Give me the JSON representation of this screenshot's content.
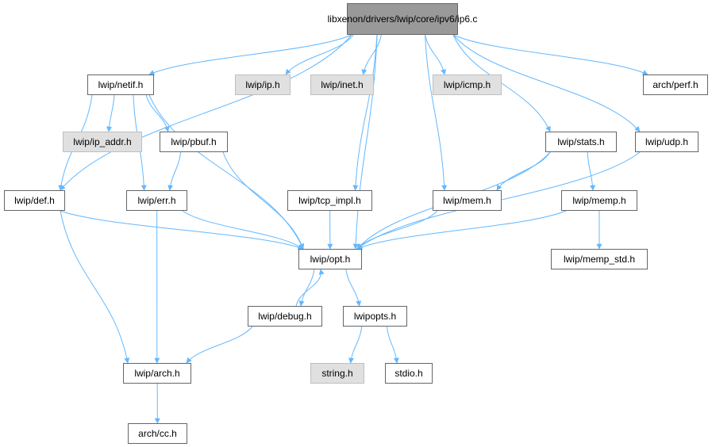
{
  "diagram": {
    "edge_color": "#63b8ff",
    "node_border_color": "#666666",
    "missing_fill_color": "#e0e0e0",
    "root_fill_color": "#999999",
    "nodes": [
      {
        "id": "root",
        "label": "libxenon/drivers/lwip\n/core/ipv6/ip6.c",
        "style": "root"
      },
      {
        "id": "netif",
        "label": "lwip/netif.h",
        "style": "normal"
      },
      {
        "id": "ip",
        "label": "lwip/ip.h",
        "style": "missing"
      },
      {
        "id": "inet",
        "label": "lwip/inet.h",
        "style": "missing"
      },
      {
        "id": "icmp",
        "label": "lwip/icmp.h",
        "style": "missing"
      },
      {
        "id": "perf",
        "label": "arch/perf.h",
        "style": "normal"
      },
      {
        "id": "ip_addr",
        "label": "lwip/ip_addr.h",
        "style": "missing"
      },
      {
        "id": "pbuf",
        "label": "lwip/pbuf.h",
        "style": "normal"
      },
      {
        "id": "stats",
        "label": "lwip/stats.h",
        "style": "normal"
      },
      {
        "id": "udp",
        "label": "lwip/udp.h",
        "style": "normal"
      },
      {
        "id": "def",
        "label": "lwip/def.h",
        "style": "normal"
      },
      {
        "id": "err",
        "label": "lwip/err.h",
        "style": "normal"
      },
      {
        "id": "tcp_impl",
        "label": "lwip/tcp_impl.h",
        "style": "normal"
      },
      {
        "id": "mem",
        "label": "lwip/mem.h",
        "style": "normal"
      },
      {
        "id": "memp",
        "label": "lwip/memp.h",
        "style": "normal"
      },
      {
        "id": "opt",
        "label": "lwip/opt.h",
        "style": "normal"
      },
      {
        "id": "memp_std",
        "label": "lwip/memp_std.h",
        "style": "normal"
      },
      {
        "id": "debug",
        "label": "lwip/debug.h",
        "style": "normal"
      },
      {
        "id": "lwipopts",
        "label": "lwipopts.h",
        "style": "normal"
      },
      {
        "id": "string",
        "label": "string.h",
        "style": "missing"
      },
      {
        "id": "stdio",
        "label": "stdio.h",
        "style": "normal"
      },
      {
        "id": "arch",
        "label": "lwip/arch.h",
        "style": "normal"
      },
      {
        "id": "cc",
        "label": "arch/cc.h",
        "style": "normal"
      }
    ],
    "edges": [
      {
        "from": "root",
        "to": "netif"
      },
      {
        "from": "root",
        "to": "ip"
      },
      {
        "from": "root",
        "to": "inet"
      },
      {
        "from": "root",
        "to": "icmp"
      },
      {
        "from": "root",
        "to": "perf"
      },
      {
        "from": "root",
        "to": "def"
      },
      {
        "from": "root",
        "to": "tcp_impl"
      },
      {
        "from": "root",
        "to": "opt"
      },
      {
        "from": "root",
        "to": "mem"
      },
      {
        "from": "root",
        "to": "stats"
      },
      {
        "from": "root",
        "to": "udp"
      },
      {
        "from": "netif",
        "to": "ip_addr"
      },
      {
        "from": "netif",
        "to": "pbuf"
      },
      {
        "from": "netif",
        "to": "def"
      },
      {
        "from": "netif",
        "to": "err"
      },
      {
        "from": "netif",
        "to": "opt"
      },
      {
        "from": "pbuf",
        "to": "err"
      },
      {
        "from": "pbuf",
        "to": "opt"
      },
      {
        "from": "stats",
        "to": "mem"
      },
      {
        "from": "stats",
        "to": "memp"
      },
      {
        "from": "stats",
        "to": "opt"
      },
      {
        "from": "udp",
        "to": "opt"
      },
      {
        "from": "def",
        "to": "opt"
      },
      {
        "from": "def",
        "to": "arch"
      },
      {
        "from": "err",
        "to": "opt"
      },
      {
        "from": "err",
        "to": "arch"
      },
      {
        "from": "tcp_impl",
        "to": "opt"
      },
      {
        "from": "mem",
        "to": "opt"
      },
      {
        "from": "memp",
        "to": "opt"
      },
      {
        "from": "memp",
        "to": "memp_std"
      },
      {
        "from": "opt",
        "to": "debug"
      },
      {
        "from": "opt",
        "to": "lwipopts"
      },
      {
        "from": "debug",
        "to": "opt"
      },
      {
        "from": "debug",
        "to": "arch"
      },
      {
        "from": "lwipopts",
        "to": "string"
      },
      {
        "from": "lwipopts",
        "to": "stdio"
      },
      {
        "from": "arch",
        "to": "cc"
      }
    ]
  }
}
